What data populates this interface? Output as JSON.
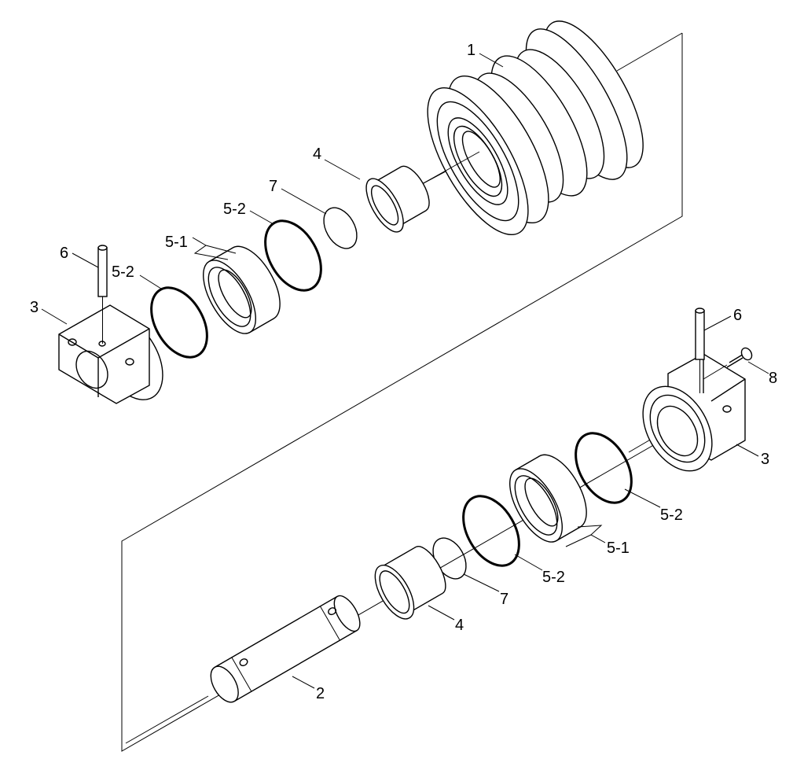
{
  "callouts": [
    {
      "id": "c1",
      "text": "1"
    },
    {
      "id": "c2",
      "text": "2"
    },
    {
      "id": "c3a",
      "text": "3"
    },
    {
      "id": "c3b",
      "text": "3"
    },
    {
      "id": "c4a",
      "text": "4"
    },
    {
      "id": "c4b",
      "text": "4"
    },
    {
      "id": "c51a",
      "text": "5-1"
    },
    {
      "id": "c51b",
      "text": "5-1"
    },
    {
      "id": "c52a",
      "text": "5-2"
    },
    {
      "id": "c52b",
      "text": "5-2"
    },
    {
      "id": "c52c",
      "text": "5-2"
    },
    {
      "id": "c52d",
      "text": "5-2"
    },
    {
      "id": "c6a",
      "text": "6"
    },
    {
      "id": "c6b",
      "text": "6"
    },
    {
      "id": "c7a",
      "text": "7"
    },
    {
      "id": "c7b",
      "text": "7"
    },
    {
      "id": "c8",
      "text": "8"
    }
  ]
}
